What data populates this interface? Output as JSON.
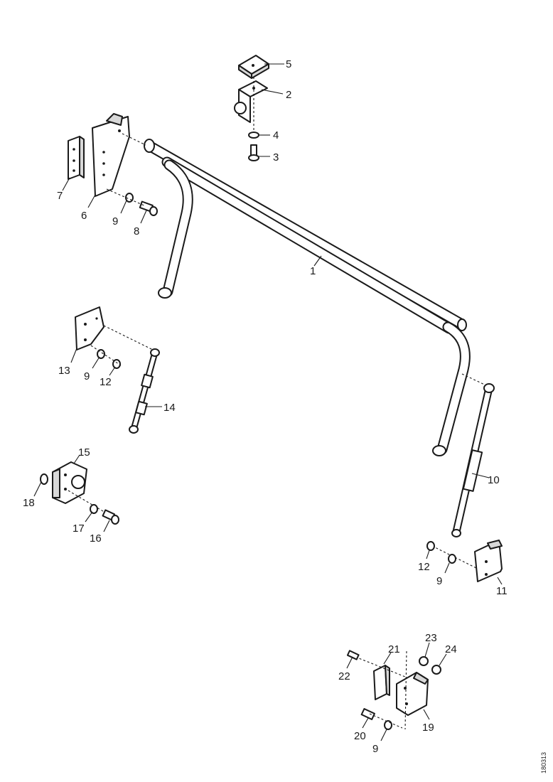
{
  "drawing_code": "180313",
  "callouts": {
    "c1": "1",
    "c2": "2",
    "c3": "3",
    "c4": "4",
    "c5": "5",
    "c6": "6",
    "c7": "7",
    "c8": "8",
    "c9a": "9",
    "c9b": "9",
    "c9c": "9",
    "c9d": "9",
    "c10": "10",
    "c11": "11",
    "c12a": "12",
    "c12b": "12",
    "c13": "13",
    "c14": "14",
    "c15": "15",
    "c16": "16",
    "c17": "17",
    "c18": "18",
    "c19": "19",
    "c20": "20",
    "c21": "21",
    "c22": "22",
    "c23": "23",
    "c24": "24"
  }
}
